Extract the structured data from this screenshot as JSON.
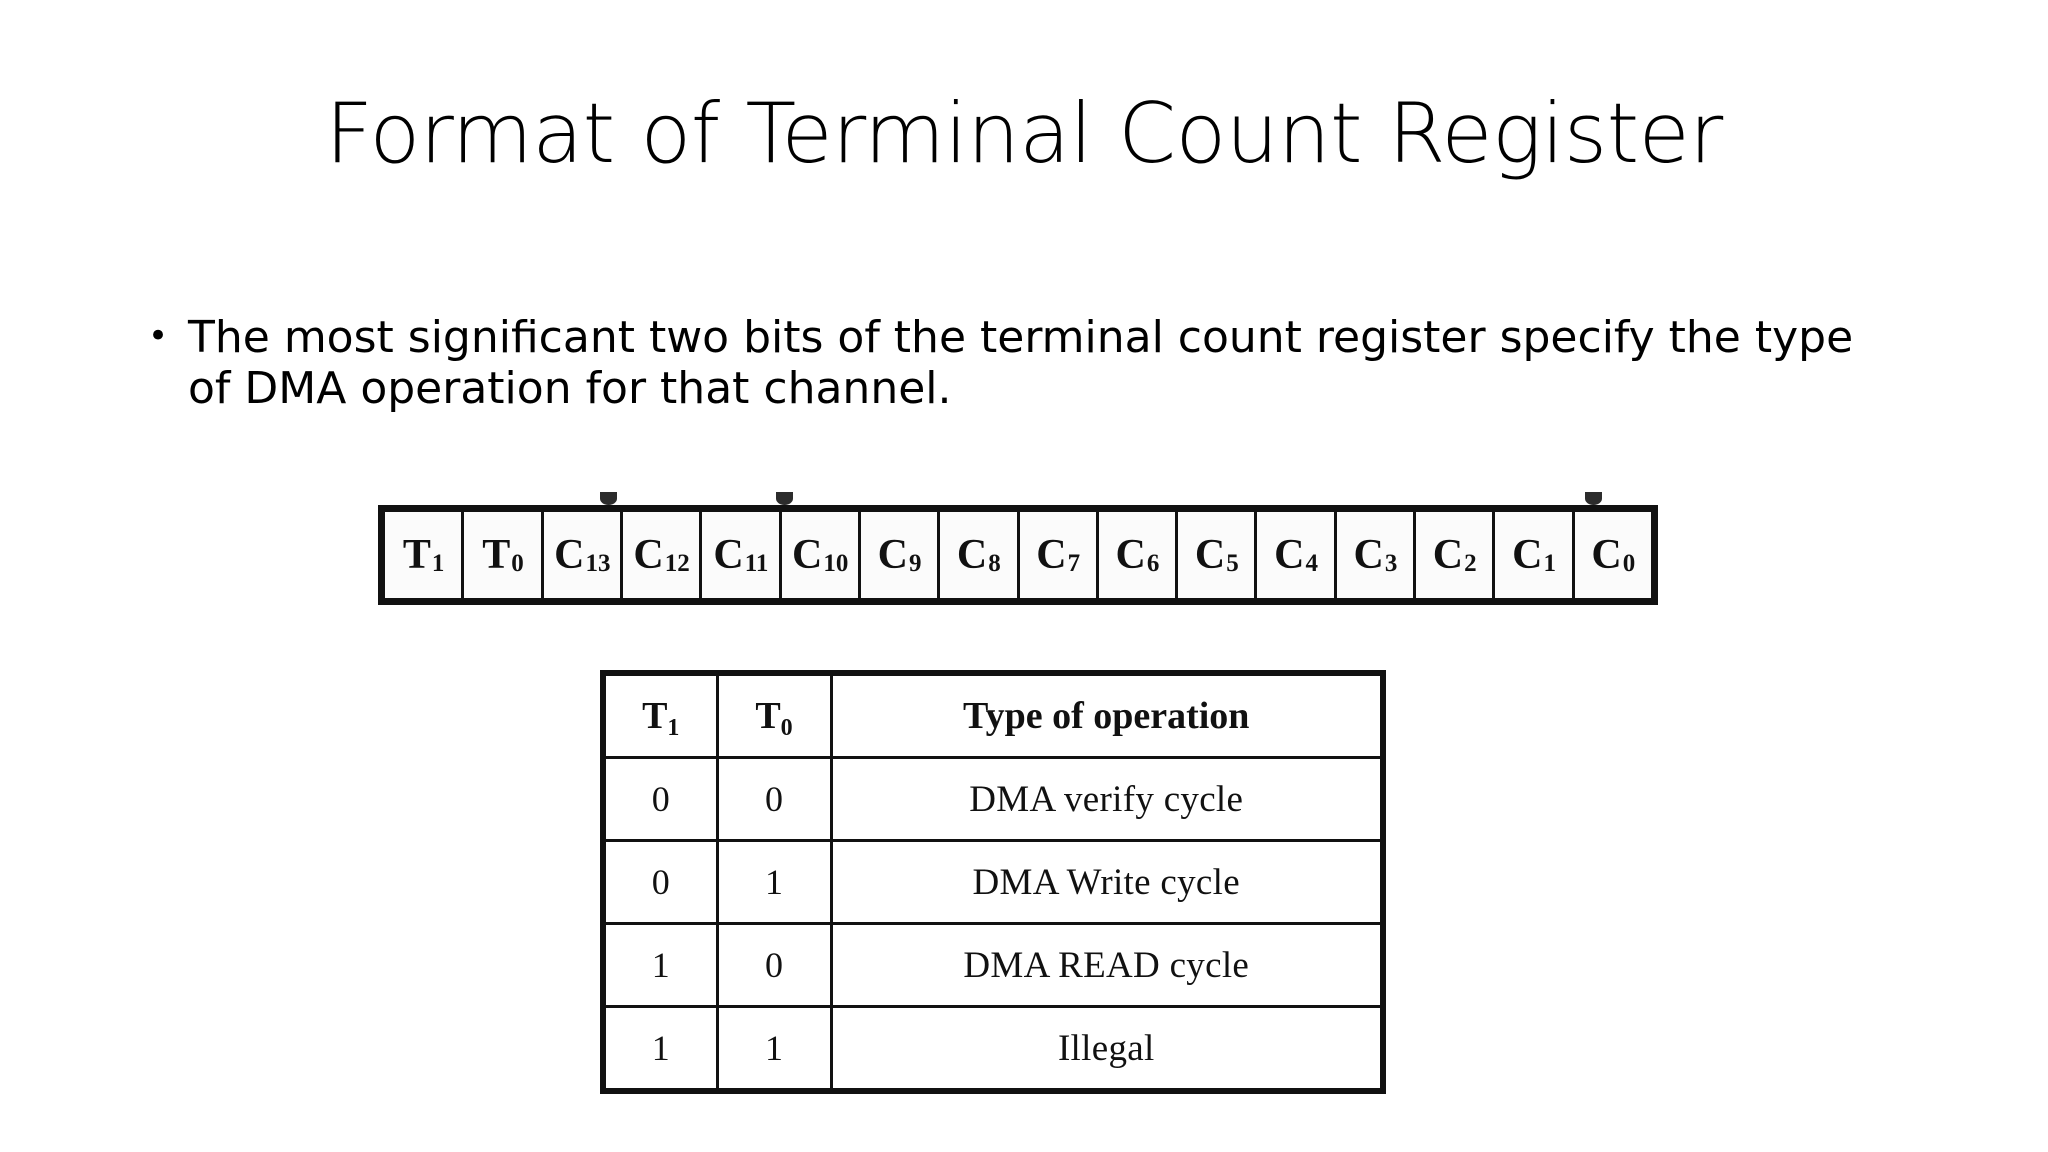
{
  "slide": {
    "title": "Format of Terminal Count Register",
    "bullets": [
      "The most significant two bits of the terminal count register specify the type of DMA operation for that channel."
    ],
    "bullet_marker": "•"
  },
  "register_diagram": {
    "name": "terminal-count-register-bitfield",
    "bit_count": 16,
    "cells": [
      {
        "base": "T",
        "sub": "1"
      },
      {
        "base": "T",
        "sub": "0"
      },
      {
        "base": "C",
        "sub": "13"
      },
      {
        "base": "C",
        "sub": "12"
      },
      {
        "base": "C",
        "sub": "11"
      },
      {
        "base": "C",
        "sub": "10"
      },
      {
        "base": "C",
        "sub": "9"
      },
      {
        "base": "C",
        "sub": "8"
      },
      {
        "base": "C",
        "sub": "7"
      },
      {
        "base": "C",
        "sub": "6"
      },
      {
        "base": "C",
        "sub": "5"
      },
      {
        "base": "C",
        "sub": "4"
      },
      {
        "base": "C",
        "sub": "3"
      },
      {
        "base": "C",
        "sub": "2"
      },
      {
        "base": "C",
        "sub": "1"
      },
      {
        "base": "C",
        "sub": "0"
      }
    ],
    "scan_marks_x": [
      222,
      398,
      1207
    ]
  },
  "operation_table": {
    "headers": [
      {
        "base": "T",
        "sub": "1"
      },
      {
        "base": "T",
        "sub": "0"
      },
      {
        "base": "Type of operation",
        "sub": ""
      }
    ],
    "rows": [
      {
        "t1": "0",
        "t0": "0",
        "operation": "DMA verify cycle"
      },
      {
        "t1": "0",
        "t0": "1",
        "operation": "DMA Write cycle"
      },
      {
        "t1": "1",
        "t0": "0",
        "operation": "DMA READ cycle"
      },
      {
        "t1": "1",
        "t0": "1",
        "operation": "Illegal"
      }
    ]
  },
  "colors": {
    "background": "#ffffff",
    "text": "#000000",
    "rule": "#111111"
  }
}
